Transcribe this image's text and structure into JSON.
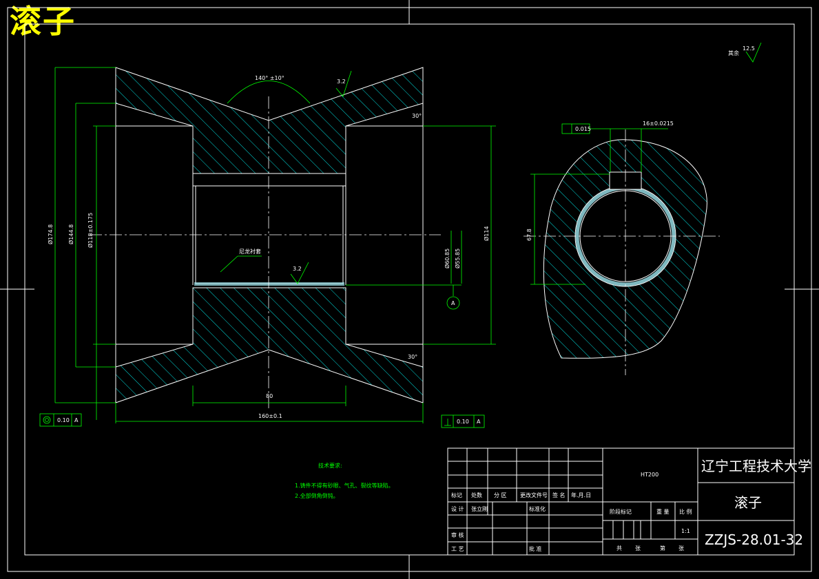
{
  "title_overlay": "滚子",
  "dimensions": {
    "angle": "140° ±10°",
    "roughness_top": "3.2",
    "chamfer_top": "30°",
    "chamfer_bottom": "30°",
    "dia_outer": "Ø174.8",
    "dia_mid": "Ø144.8",
    "dia_bore": "Ø118±0.175",
    "dia_114": "Ø114",
    "dia_60": "Ø60.85",
    "dia_55": "Ø55.85",
    "len_80": "80",
    "len_total": "160±0.1",
    "coat_label": "尼龙衬套",
    "roughness_bore": "3.2",
    "datum": "A",
    "fcf_left_value": "0.10",
    "fcf_left_datum": "A",
    "fcf_right_value": "0.10",
    "fcf_right_datum": "A",
    "sv_keyway": "16±0.0215",
    "sv_fcf_value": "0.015",
    "sv_height": "67.8",
    "remaining_roughness_label": "其余",
    "remaining_roughness_value": "12.5"
  },
  "tech_req": {
    "heading": "技术要求:",
    "items": [
      "1.铸件不得有砂眼、气孔、裂纹等缺陷。",
      "2.全部倒角倒钝。"
    ]
  },
  "title_block": {
    "material": "HT200",
    "university": "辽宁工程技术大学",
    "part_name": "滚子",
    "drawing_no": "ZZJS-28.01-32",
    "scale": "1:1",
    "rev_headers": [
      "标记",
      "处数",
      "分 区",
      "更改文件号",
      "签 名",
      "年.月.日"
    ],
    "row_design": "设 计",
    "designer": "张立刚",
    "standardization": "标准化",
    "stage_mark": "阶段标记",
    "weight": "重 量",
    "ratio": "比 例",
    "review": "审 核",
    "process": "工 艺",
    "approve": "批 准",
    "sheets": "共",
    "sheet_label": "张",
    "page_label": "第",
    "page_suffix": "张"
  }
}
